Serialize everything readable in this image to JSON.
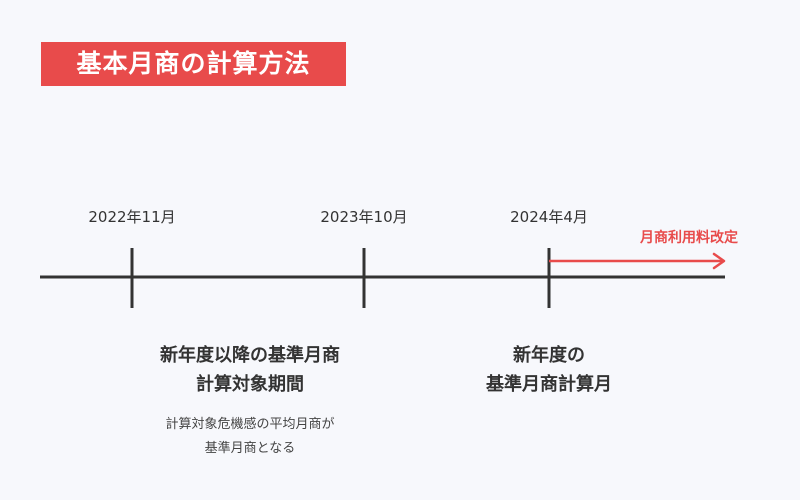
{
  "title": "基本月商の計算方法",
  "timeline": {
    "dates": [
      "2022年11月",
      "2023年10月",
      "2024年4月"
    ],
    "fee_revision_label": "月商利用料改定"
  },
  "period_box": {
    "title_line1": "新年度以降の基準月商",
    "title_line2": "計算対象期間",
    "desc_line1": "計算対象危機感の平均月商が",
    "desc_line2": "基準月商となる"
  },
  "month_box": {
    "title_line1": "新年度の",
    "title_line2": "基準月商計算月"
  },
  "colors": {
    "accent": "#e84b4b",
    "line": "#333333",
    "background": "#f7f8fc"
  }
}
